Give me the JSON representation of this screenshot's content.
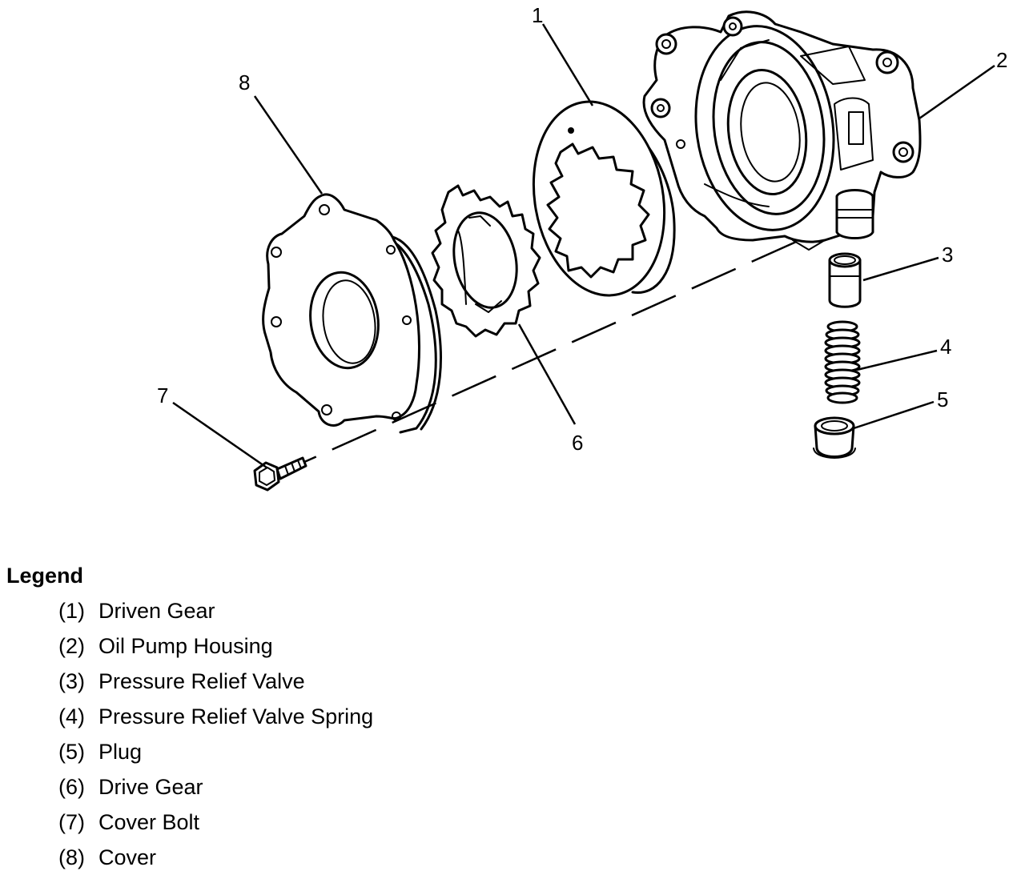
{
  "callouts": {
    "c1": "1",
    "c2": "2",
    "c3": "3",
    "c4": "4",
    "c5": "5",
    "c6": "6",
    "c7": "7",
    "c8": "8"
  },
  "legend": {
    "title": "Legend",
    "items": [
      {
        "num": "(1)",
        "label": "Driven Gear"
      },
      {
        "num": "(2)",
        "label": "Oil Pump Housing"
      },
      {
        "num": "(3)",
        "label": "Pressure Relief Valve"
      },
      {
        "num": "(4)",
        "label": "Pressure Relief Valve Spring"
      },
      {
        "num": "(5)",
        "label": "Plug"
      },
      {
        "num": "(6)",
        "label": "Drive Gear"
      },
      {
        "num": "(7)",
        "label": "Cover Bolt"
      },
      {
        "num": "(8)",
        "label": "Cover"
      }
    ]
  }
}
